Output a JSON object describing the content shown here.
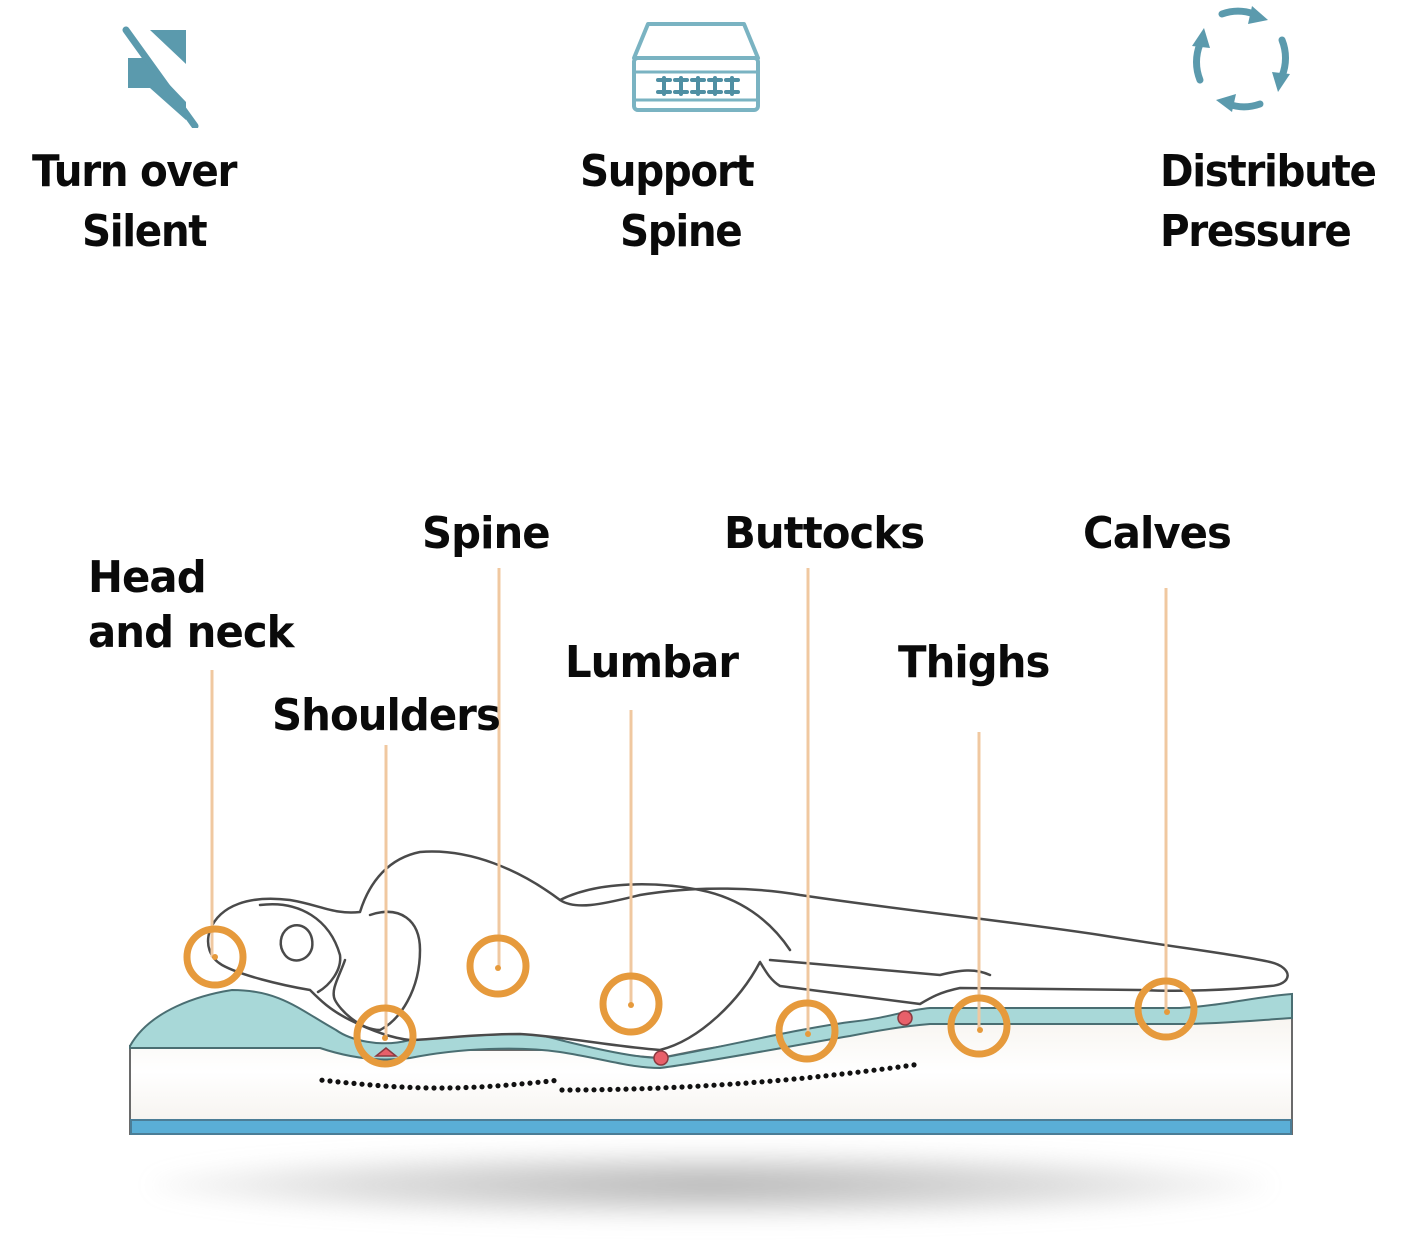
{
  "features": [
    {
      "icon": "mute-speaker-icon",
      "line1": "Turn over",
      "line2": "Silent"
    },
    {
      "icon": "mattress-spring-icon",
      "line1": "Support",
      "line2": "Spine"
    },
    {
      "icon": "rotate-cycle-icon",
      "line1": "Distribute",
      "line2": "Pressure"
    }
  ],
  "body_parts": {
    "head": {
      "line1": "Head",
      "line2": "and neck"
    },
    "shoulders": "Shoulders",
    "spine": "Spine",
    "lumbar": "Lumbar",
    "buttocks": "Buttocks",
    "thighs": "Thighs",
    "calves": "Calves"
  },
  "colors": {
    "icon_teal": "#5b9aad",
    "marker_orange": "#e69a3c",
    "leader_line": "#f0c8a0",
    "foam_top": "#a8d8d8",
    "mattress_base": "#5aaed6",
    "pressure_point": "#e8606a",
    "outline": "#4a4a4a"
  }
}
